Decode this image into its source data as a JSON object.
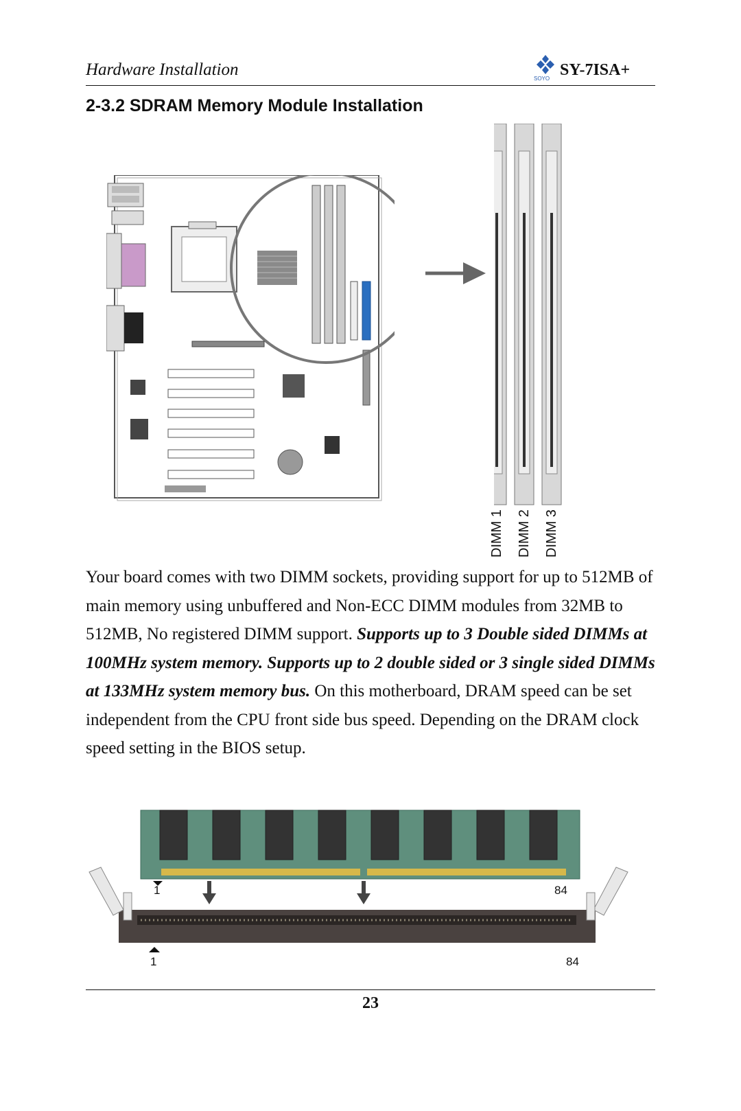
{
  "header": {
    "section": "Hardware Installation",
    "brand_logo_text": "SOYO",
    "model": "SY-7ISA+"
  },
  "section_title": "2-3.2  SDRAM Memory Module Installation",
  "dimm_labels": [
    "DIMM 1",
    "DIMM 2",
    "DIMM 3"
  ],
  "body": {
    "p1": "Your board comes with two DIMM sockets, providing support for up to 512MB of main memory using unbuffered and Non-ECC DIMM modules from 32MB to 512MB, No registered DIMM support. ",
    "p1_emphasis": "Supports up to 3 Double sided DIMMs at 100MHz system memory. Supports up to 2 double sided or 3 single sided DIMMs at 133MHz system memory bus.",
    "p2": " On this motherboard, DRAM speed can be set independent from the CPU front side bus speed. Depending on the DRAM clock speed setting in the BIOS setup."
  },
  "module_pins": {
    "module_start": "1",
    "module_end": "84",
    "socket_start": "1",
    "socket_end": "84"
  },
  "page_number": "23",
  "colors": {
    "pcb_green": "#5f8f7d",
    "socket_dark": "#4a4240",
    "parallel_port": "#c99ac9",
    "ide_blue": "#2a6fc0",
    "dimm_grey": "#c8c8c8"
  }
}
